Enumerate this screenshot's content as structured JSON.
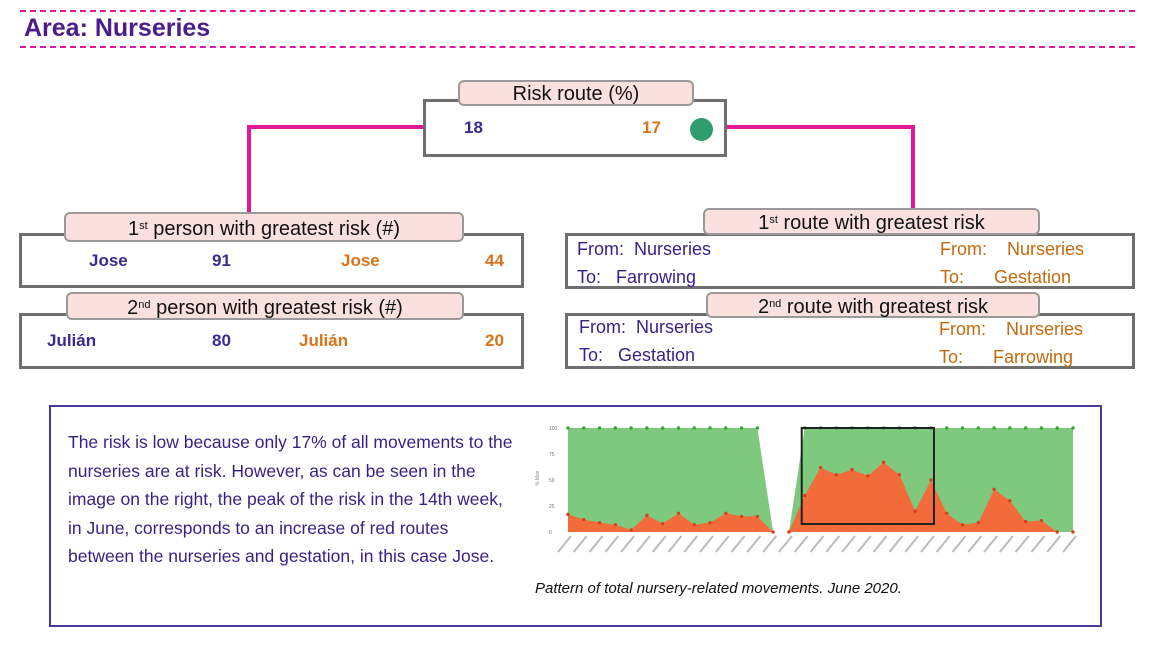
{
  "header": {
    "title": "Area: Nurseries"
  },
  "risk_route": {
    "label": "Risk route (%)",
    "value_purple": "18",
    "value_orange": "17",
    "status_color": "#2e9c6c"
  },
  "person1": {
    "label_sup": "st",
    "label_pre": "1",
    "label_rest": " person with greatest risk (#)",
    "name_purple": "Jose",
    "val_purple": "91",
    "name_orange": "Jose",
    "val_orange": "44"
  },
  "person2": {
    "label_sup": "nd",
    "label_pre": "2",
    "label_rest": " person with greatest risk (#)",
    "name_purple": "Julián",
    "val_purple": "80",
    "name_orange": "Julián",
    "val_orange": "20"
  },
  "route1": {
    "label_pre": "1",
    "label_sup": "st",
    "label_rest": " route with greatest risk",
    "left_from": "From:  Nurseries",
    "left_to": "To:   Farrowing",
    "right_from": "From:    Nurseries",
    "right_to": "To:      Gestation"
  },
  "route2": {
    "label_pre": "2",
    "label_sup": "nd",
    "label_rest": " route with greatest risk",
    "left_from": "From:  Nurseries",
    "left_to": "To:   Gestation",
    "right_from": "From:    Nurseries",
    "right_to": "To:      Farrowing"
  },
  "description": "The risk is low because only 17% of all movements to the nurseries are at risk. However, as can be seen in the image on the right, the peak of the risk in the 14th week, in June, corresponds to an increase of red routes between the nurseries and gestation, in this case Jose.",
  "caption": "Pattern of total nursery-related movements. June 2020.",
  "chart_data": {
    "type": "area",
    "ylim": [
      0,
      100
    ],
    "yticks": [
      "100",
      "75",
      "50",
      "25",
      "0"
    ],
    "ylabel": "% Mov",
    "series": [
      {
        "color": "#7fc97f",
        "values": [
          100,
          100,
          100,
          100,
          100,
          100,
          100,
          100,
          100,
          100,
          100,
          100,
          100,
          0,
          0,
          100,
          100,
          100,
          100,
          100,
          100,
          100,
          100,
          100,
          100,
          100,
          100,
          100,
          100,
          100,
          100,
          100,
          100
        ]
      },
      {
        "color": "#f26b3a",
        "values": [
          17,
          12,
          9,
          7,
          2,
          16,
          8,
          18,
          7,
          9,
          18,
          15,
          15,
          0,
          0,
          35,
          62,
          55,
          60,
          54,
          67,
          55,
          20,
          50,
          18,
          7,
          9,
          41,
          30,
          10,
          11,
          0,
          0
        ]
      }
    ],
    "highlight": {
      "from": 15,
      "to": 23
    }
  }
}
